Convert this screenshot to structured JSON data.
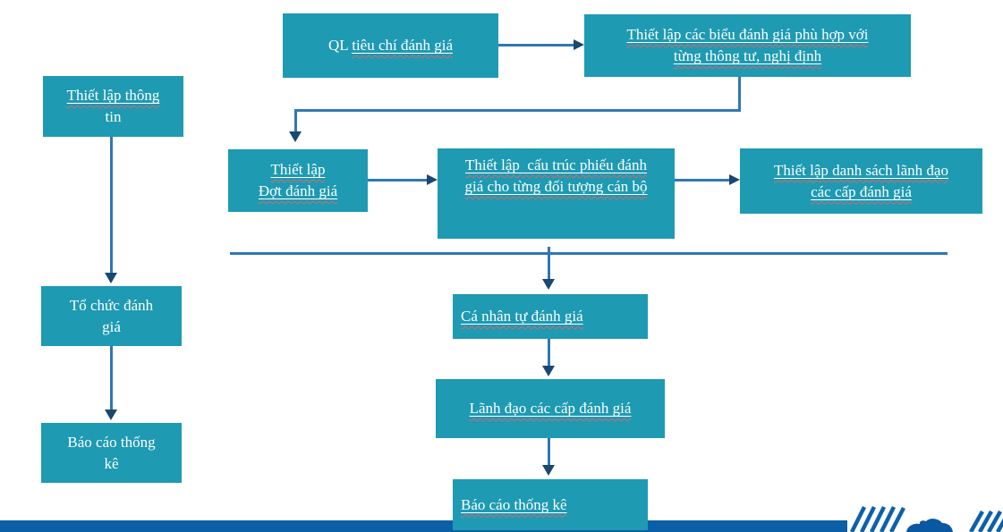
{
  "colors": {
    "node_fill": "#1e9ab3",
    "connector": "#3077b5",
    "arrowhead": "#1a486f",
    "footer_bar": "#0b5fa6",
    "text": "#ffffff",
    "spellcheck": "#d46a6a"
  },
  "nodes": {
    "ql_tieu_chi_danh_gia": {
      "prefix": "QL ",
      "label": "tiêu chí đánh giá"
    },
    "thiet_lap_bieu_danh_gia": {
      "line1": "Thiết lập các biểu đánh giá phù hợp với",
      "line2": "từng thông tư, nghị định"
    },
    "thiet_lap_thong_tin": {
      "line1": "Thiết lập thông",
      "line2": "tin"
    },
    "to_chuc_danh_gia": {
      "line1": "Tổ chức đánh",
      "line2": "giá"
    },
    "bao_cao_thong_ke_trai": {
      "line1": "Báo cáo thống",
      "line2": "kê"
    },
    "thiet_lap_dot_danh_gia": {
      "line1": "Thiết lập",
      "line2": "Đợt đánh giá"
    },
    "thiet_lap_cau_truc_phieu": {
      "line1": "Thiết lập  cấu trúc phiếu đánh",
      "line2": "giá cho từng đối tượng cán bộ"
    },
    "thiet_lap_danh_sach_lanh_dao": {
      "line1": "Thiết lập danh sách lãnh đạo",
      "line2": "các cấp đánh giá"
    },
    "ca_nhan_tu_danh_gia": {
      "label": "Cá nhân tự đánh giá"
    },
    "lanh_dao_cac_cap_danh_gia": {
      "label": "Lãnh đạo các cấp đánh giá"
    },
    "bao_cao_thong_ke_duoi": {
      "label": "Báo cáo thống kê"
    }
  }
}
